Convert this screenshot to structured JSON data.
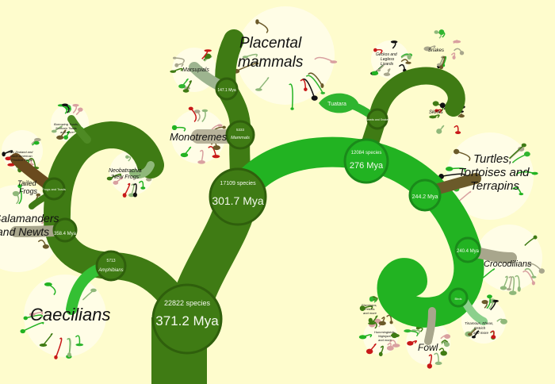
{
  "colors": {
    "background": "#fefccd",
    "amphibian_branch": "#3f7b14",
    "reptile_branch": "#22b322",
    "node_ring": "#2f5f0c",
    "disc": "#fffde8"
  },
  "nodes": {
    "root": {
      "species": "22822 species",
      "age": "371.2 Mya"
    },
    "amniotes": {
      "species": "17109 species",
      "age": "301.7 Mya"
    },
    "amphibians": {
      "species": "5713",
      "name": "Amphibians"
    },
    "batrachia": {
      "age": "358.4 Mya"
    },
    "frogs": {
      "name": "Frogs and Toads"
    },
    "mammals": {
      "species": "5333",
      "name": "Mammals"
    },
    "theria": {
      "age": "147.1 Mya"
    },
    "sauropsids": {
      "species": "12084 species",
      "age": "276 Mya"
    },
    "archelosauria": {
      "age": "244.2 Mya"
    },
    "archosaurs": {
      "age": "240.4 Mya"
    },
    "birds": {
      "name": "Birds"
    },
    "lepidosaurs": {
      "name": "Lizards and Snakes"
    }
  },
  "labels": {
    "caecilians": "Caecilians",
    "salamanders_1": "Salamanders",
    "salamanders_2": "and Newts",
    "tailed_frogs_1": "Tailed",
    "tailed_frogs_2": "Frogs",
    "primitive_frogs_1": "New Zealand and",
    "primitive_frogs_2": "North American",
    "primitive_frogs_3": "Primitive Frogs",
    "burrowing_1": "Burrowing Toads,",
    "burrowing_2": "Surinam Toads",
    "burrowing_3": "and more",
    "neobatrachia_1": "Neobatrachia",
    "neobatrachia_2": "'New Frogs'",
    "monotremes": "Monotremes",
    "marsupials": "Marsupials",
    "placental_1": "Placental",
    "placental_2": "mammals",
    "tuatara": "Tuatara",
    "geckos_1": "Geckos and",
    "geckos_2": "Legless",
    "geckos_3": "Lizards",
    "snakes": "Snakes",
    "skinks": "Skinks",
    "turtles_1": "Turtles,",
    "turtles_2": "Tortoises and",
    "turtles_3": "Terrapins",
    "crocodilians": "Crocodilians",
    "flamingos_1": "Flamingos,",
    "flamingos_2": "Petrels",
    "flamingos_3": "and more",
    "hummingbirds_1": "Hummingbirds,",
    "hummingbirds_2": "Nightjars",
    "hummingbirds_3": "and more",
    "fowl": "Fowl",
    "tinamous_1": "Tinamous, Rheas,",
    "tinamous_2": "Ostrich",
    "tinamous_3": "and more"
  }
}
